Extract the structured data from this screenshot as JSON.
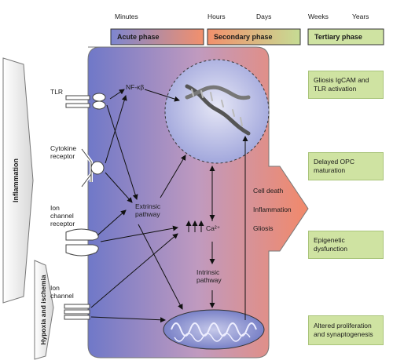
{
  "timeline": {
    "minutes": "Minutes",
    "hours": "Hours",
    "days": "Days",
    "weeks": "Weeks",
    "years": "Years"
  },
  "phases": {
    "acute": "Acute phase",
    "secondary": "Secondary phase",
    "tertiary": "Tertiary phase"
  },
  "side_arrows": {
    "inflammation": "Inflammation",
    "hypoxia": "Hypoxia and ischemia"
  },
  "receptors": {
    "tlr": "TLR",
    "cytokine_line1": "Cytokine",
    "cytokine_line2": "receptor",
    "ion_receptor_line1": "Ion",
    "ion_receptor_line2": "channel",
    "ion_receptor_line3": "receptor",
    "ion_channel_line1": "Ion",
    "ion_channel_line2": "channel"
  },
  "cell": {
    "nfkb": "NF-κβ",
    "extrinsic_line1": "Extrinsic",
    "extrinsic_line2": "pathway",
    "ca": "Ca²⁺",
    "intrinsic_line1": "Intrinsic",
    "intrinsic_line2": "pathway"
  },
  "outcomes": {
    "cell_death": "Cell death",
    "inflammation": "Inflammation",
    "gliosis": "Gliosis"
  },
  "tertiary_boxes": [
    "Gliosis IgCAM and TLR activation",
    "Delayed OPC maturation",
    "Epigenetic dysfunction",
    "Altered proliferation and synaptogenesis"
  ],
  "colors": {
    "acute": "#8a8fd0",
    "secondary": "#f08a6a",
    "tertiary": "#cfe3a2",
    "nucleus": "#b7bce6"
  }
}
